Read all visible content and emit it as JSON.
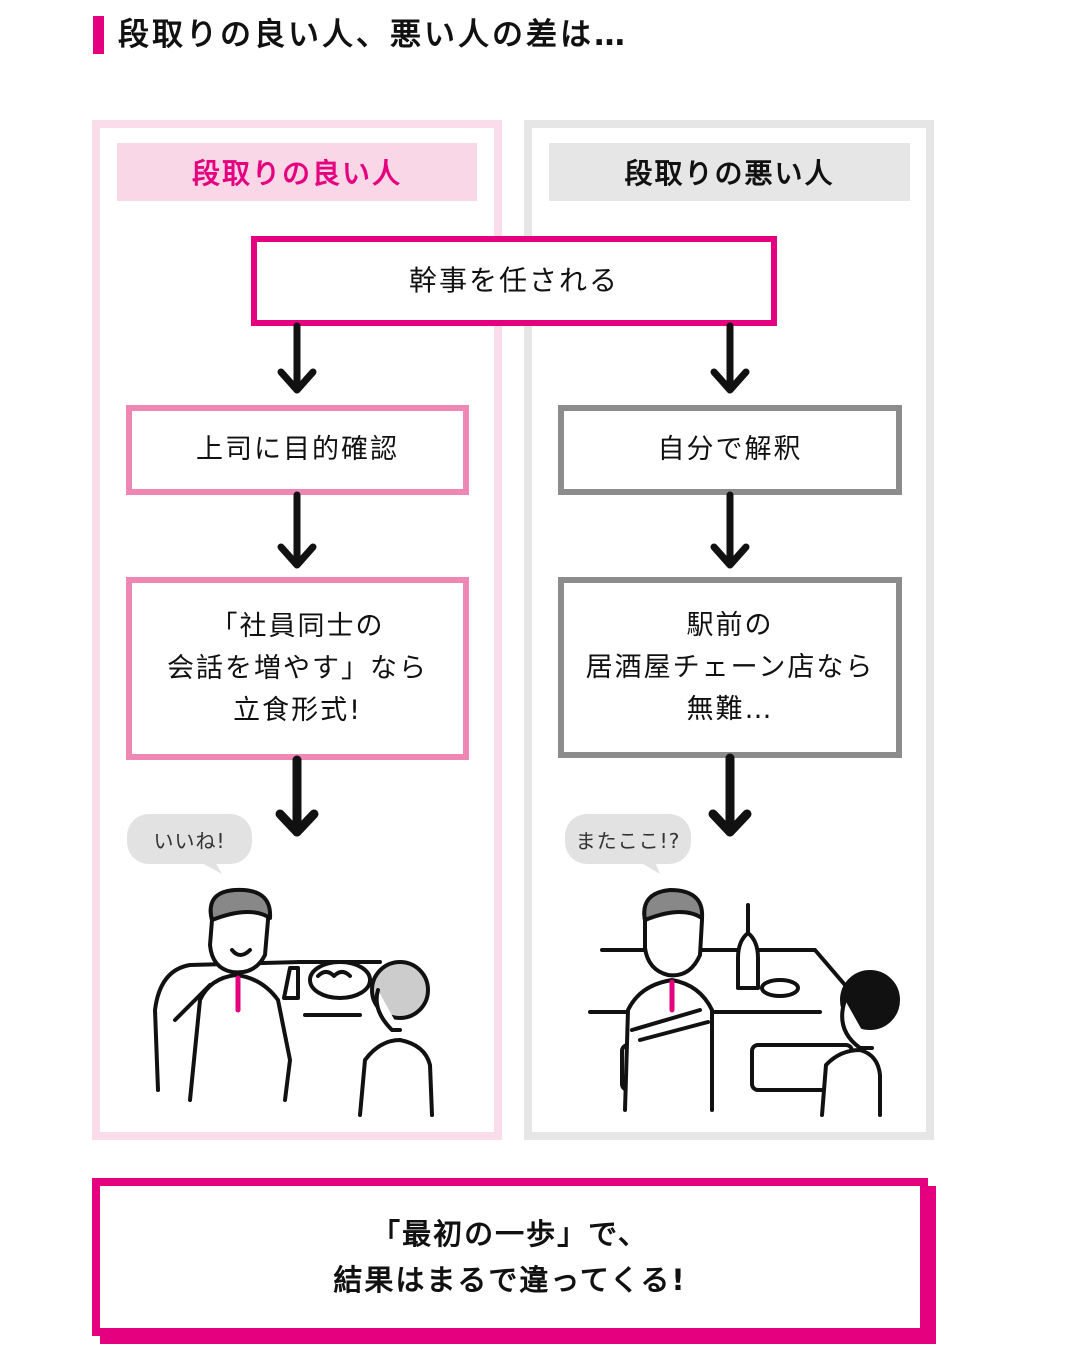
{
  "title": "段取りの良い人、悪い人の差は…",
  "colors": {
    "accent": "#e4007f",
    "good_bg": "#f9d7e7",
    "good_border": "#fadcea",
    "good_box": "#ee87b4",
    "bad_bg": "#e6e6e6",
    "bad_box": "#8c8c8c",
    "bubble": "#e2e2e2"
  },
  "columns": {
    "good": {
      "header": "段取りの良い人",
      "steps": [
        "上司に目的確認",
        "「社員同士の\n会話を増やす」なら\n立食形式!"
      ],
      "bubble": "いいね!",
      "illustration": "smiling-boss-thumbs-up-standing-party"
    },
    "bad": {
      "header": "段取りの悪い人",
      "steps": [
        "自分で解釈",
        "駅前の\n居酒屋チェーン店なら\n無難…"
      ],
      "bubble": "またここ!?",
      "illustration": "frowning-boss-arms-crossed-izakaya"
    }
  },
  "start": "幹事を任される",
  "summary": "「最初の一歩」で、\n結果はまるで違ってくる!"
}
